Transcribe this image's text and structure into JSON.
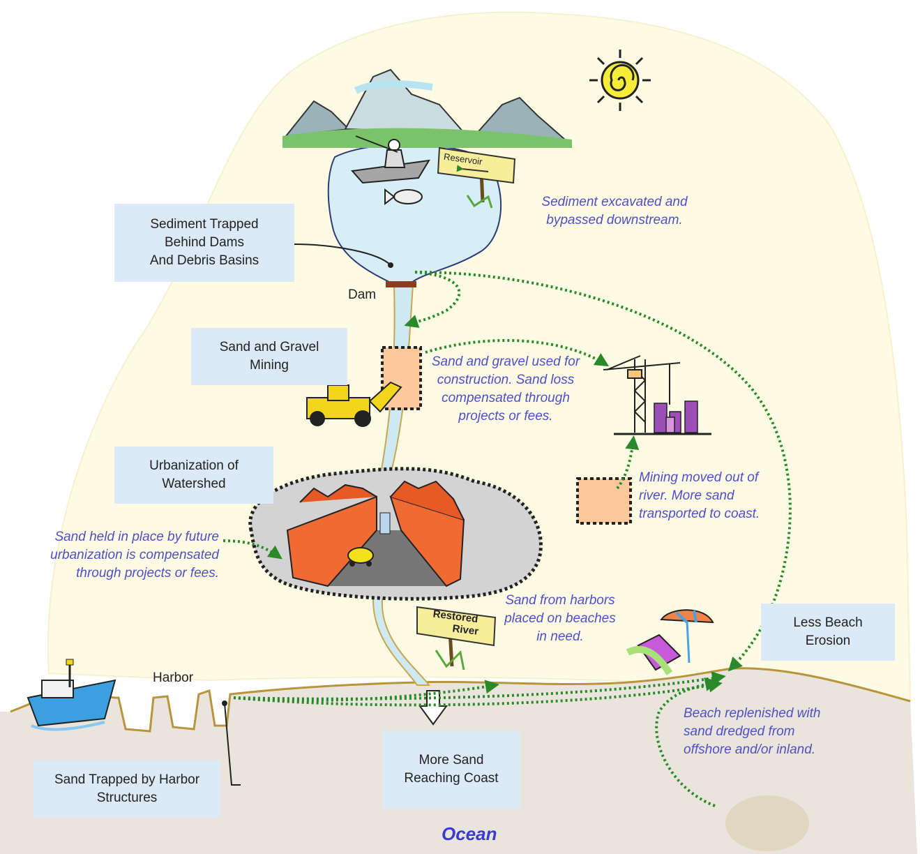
{
  "boxes": {
    "sediment_trapped": "Sediment Trapped\nBehind Dams\nAnd Debris Basins",
    "sand_gravel_mining": "Sand and Gravel\nMining",
    "urbanization": "Urbanization of\nWatershed",
    "less_erosion": "Less Beach\nErosion",
    "more_sand": "More Sand\nReaching Coast",
    "harbor_trap": "Sand Trapped by Harbor\nStructures"
  },
  "notes": {
    "excavated": "Sediment excavated and\nbypassed downstream.",
    "construction": "Sand and gravel used for\nconstruction. Sand loss\ncompensated through\nprojects or fees.",
    "mining_moved": "Mining moved out of\nriver. More sand\ntransported to coast.",
    "urban_held": "Sand held in place by future\nurbanization is compensated\nthrough projects or fees.",
    "harbor_sand": "Sand from harbors\nplaced on beaches\nin need.",
    "beach_replenished": "Beach replenished with\nsand dredged from\noffshore and/or inland."
  },
  "labels": {
    "dam": "Dam",
    "harbor": "Harbor",
    "ocean": "Ocean",
    "reservoir_sign": "Reservoir",
    "restored_sign_1": "Restored",
    "restored_sign_2": "River"
  },
  "colors": {
    "land": "#fdfbe4",
    "ocean": "#e9e4dc",
    "shore": "#b8953c",
    "river": "#cfe9f2",
    "box": "#dbeaf6",
    "note_text": "#4f4fc7",
    "arrow": "#2a8a2a",
    "sand_patch": "#fbc99c",
    "building": "#f06a33"
  },
  "icons": [
    "sun-icon",
    "mountains-icon",
    "fishing-boat-icon",
    "fish-icon",
    "bulldozer-icon",
    "crane-icon",
    "city-icon",
    "car-icon",
    "beach-umbrella-icon",
    "beach-chair-icon",
    "ship-icon",
    "sign-icon"
  ]
}
